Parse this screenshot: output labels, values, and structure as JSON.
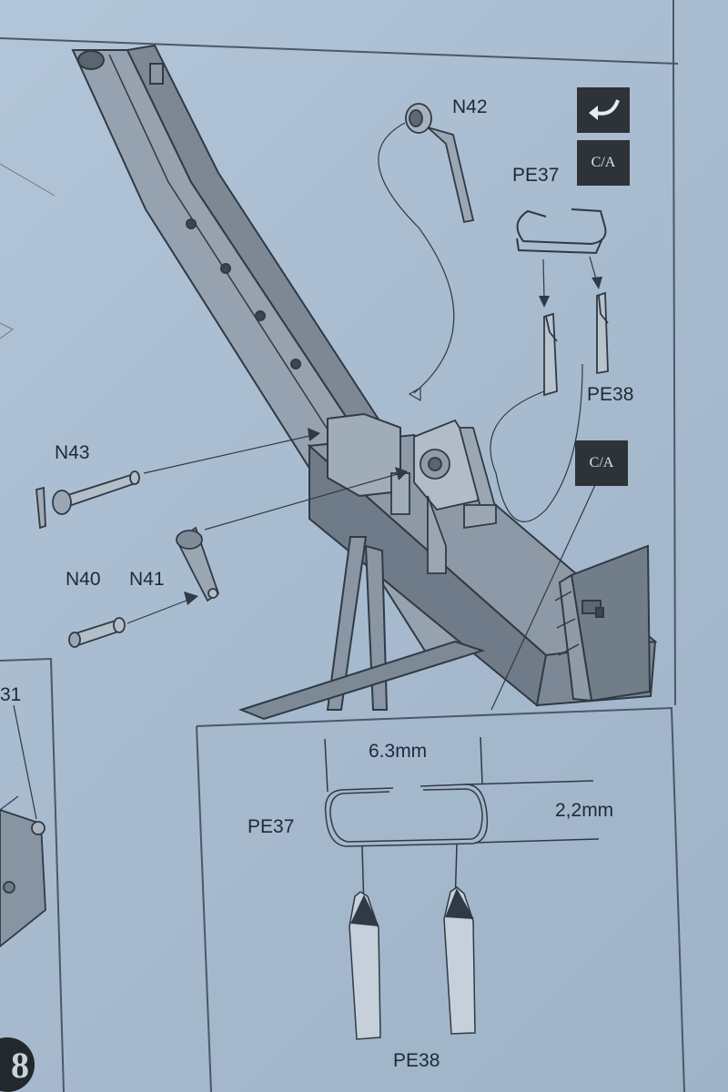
{
  "labels": {
    "n42": "N42",
    "pe37_top": "PE37",
    "pe38_top": "PE38",
    "n43": "N43",
    "n40": "N40",
    "n41": "N41",
    "step_ref": "31",
    "pe37_detail": "PE37",
    "pe38_detail": "PE38"
  },
  "badges": {
    "glue_top": "C/A",
    "glue_mid": "C/A"
  },
  "dimensions": {
    "width": "6.3mm",
    "height": "2,2mm"
  },
  "page_number": "8",
  "icons": {
    "turn_over": "curved-arrow-icon"
  },
  "colors": {
    "paper": "#a9bcd0",
    "line": "#3a4653",
    "part_fill": "#8a96a3",
    "badge": "#2e3338"
  }
}
